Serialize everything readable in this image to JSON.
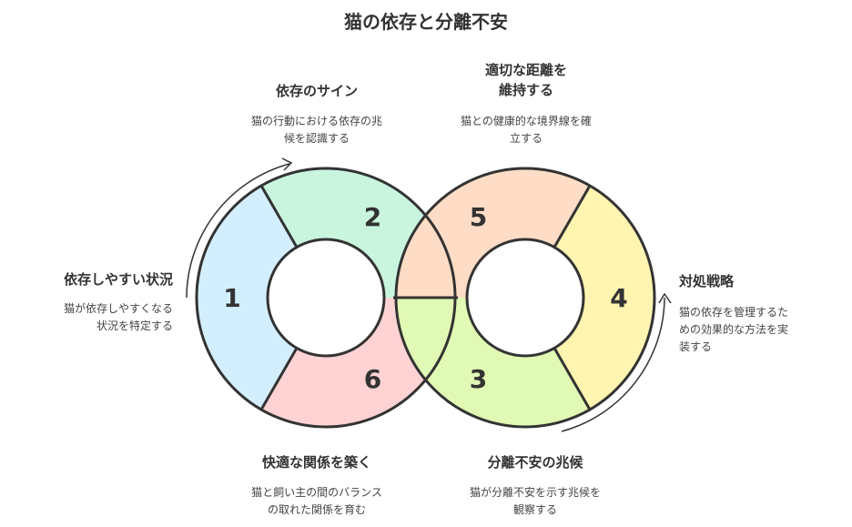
{
  "title": "猫の依存と分離不安",
  "colors": {
    "seg1": "#d3efff",
    "seg2": "#c9f5df",
    "seg3": "#e0f9b4",
    "seg4": "#fff4b0",
    "seg5": "#ffdcc5",
    "seg6": "#ffd3d3",
    "stroke": "#333333"
  },
  "steps": [
    {
      "number": "1",
      "heading": "依存しやすい状況",
      "desc_lines": [
        "猫が依存しやすくなる",
        "状況を特定する"
      ]
    },
    {
      "number": "2",
      "heading": "依存のサイン",
      "desc_lines": [
        "猫の行動における依存の兆",
        "候を認識する"
      ]
    },
    {
      "number": "3",
      "heading": "分離不安の兆候",
      "desc_lines": [
        "猫が分離不安を示す兆候を",
        "観察する"
      ]
    },
    {
      "number": "4",
      "heading": "対処戦略",
      "desc_lines": [
        "猫の依存を管理するた",
        "めの効果的な方法を実",
        "装する"
      ]
    },
    {
      "number": "5",
      "heading_lines": [
        "適切な距離を",
        "維持する"
      ],
      "desc_lines": [
        "猫との健康的な境界線を確",
        "立する"
      ]
    },
    {
      "number": "6",
      "heading": "快適な関係を築く",
      "desc_lines": [
        "猫と飼い主の間のバランス",
        "の取れた関係を育む"
      ]
    }
  ]
}
